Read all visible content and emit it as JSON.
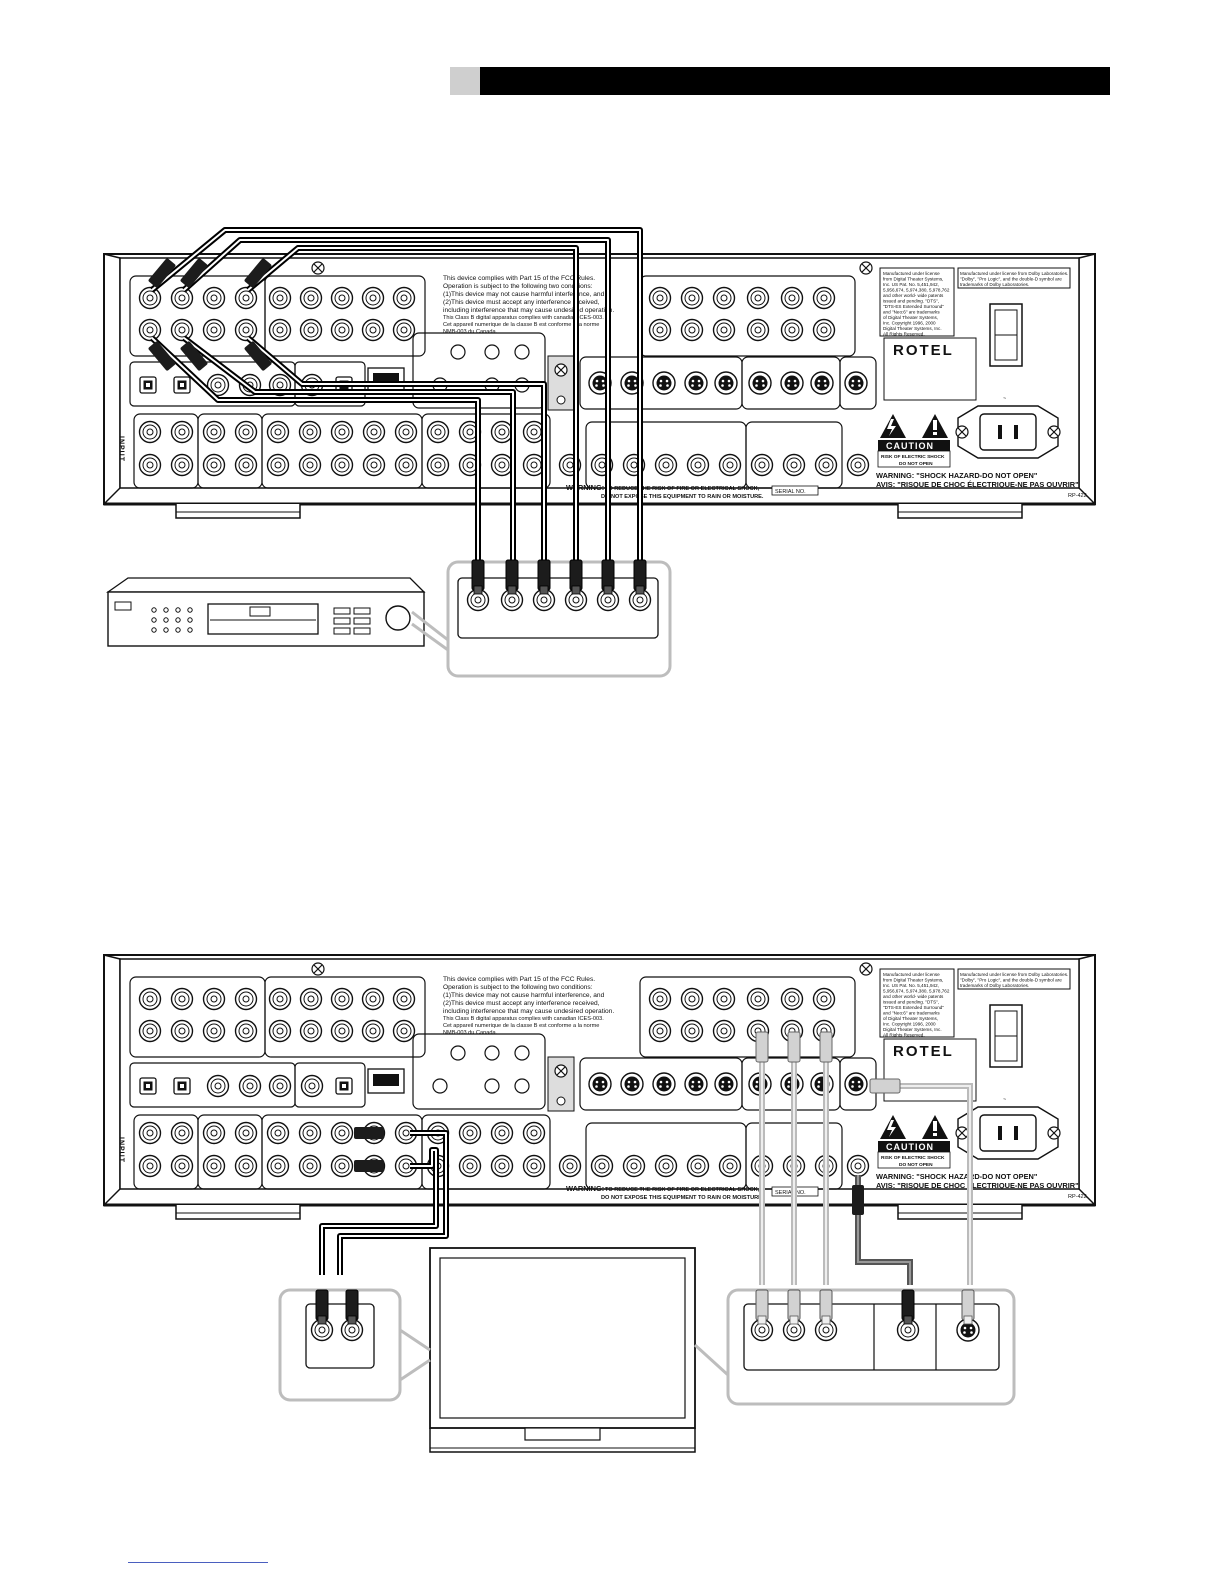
{
  "diagram_1": {
    "fcc_text": [
      "This device complies with Part 15 of the FCC Rules.",
      "Operation is subject to the following two conditions:",
      "(1)This device may not cause harmful interference, and",
      "(2)This device must accept any interference received,",
      "including interference that may cause undesired operation."
    ],
    "canada_text": [
      "This Class B digital apparatus complies with canadian ICES-003.",
      "Cet appareil numerique de la classe B est conforme a la norme",
      "NMB-003 du Canada."
    ],
    "dts_license": [
      "Manufactured under license",
      "from Digital Theater Systems,",
      "Inc. US Pat. No. 5,451,942,",
      "5,956,674, 5,974,380, 5,978,762",
      "and other world- wide patents",
      "issued and pending. \"DTS\",",
      "\"DTS-ES Extended Surround\"",
      "and \"Neo:6\" are trademarks",
      "of Digital Theater Systems,",
      "Inc. Copyright 1996, 2000",
      "Digital Theater Systems, Inc.",
      "All Rights Reserved."
    ],
    "dolby_license": [
      "Manufactured under license from Dolby Laboratories.",
      "\"Dolby\", \"Pro Logic\", and the double-D symbol are",
      "trademarks of Dolby Laboratories."
    ],
    "brand": "ROTEL",
    "caution": "CAUTION",
    "caution_sub_1": "RISK OF ELECTRIC SHOCK",
    "caution_sub_2": "DO NOT OPEN",
    "warning_shock": "WARNING: \"SHOCK HAZARD-DO NOT OPEN\"",
    "avis": "AVIS: \"RISQUE DE CHOC ÉLECTRIQUE-NE PAS OUVRIR\"",
    "warning_label": "WARNING:",
    "warning_fire_1": "TO REDUCE THE RISK OF FIRE OR ELECTRICAL SHOCK,",
    "warning_fire_2": "DO NOT EXPOSE THIS EQUIPMENT TO RAIN OR MOISTURE.",
    "serial": "SERIAL NO.",
    "model": "RP-422",
    "input_label": "INPUT"
  },
  "diagram_2": {
    "fcc_text": [
      "This device complies with Part 15 of the FCC Rules.",
      "Operation is subject to the following two conditions:",
      "(1)This device may not cause harmful interference, and",
      "(2)This device must accept any interference received,",
      "including interference that may cause undesired operation."
    ],
    "canada_text": [
      "This Class B digital apparatus complies with canadian ICES-003.",
      "Cet appareil numerique de la classe B est conforme a la norme",
      "NMB-003 du Canada."
    ],
    "dts_license": [
      "Manufactured under license",
      "from Digital Theater Systems,",
      "Inc. US Pat. No. 5,451,942,",
      "5,956,674, 5,974,380, 5,978,762",
      "and other world- wide patents",
      "issued and pending. \"DTS\",",
      "\"DTS-ES Extended Surround\"",
      "and \"Neo:6\" are trademarks",
      "of Digital Theater Systems,",
      "Inc. Copyright 1996, 2000",
      "Digital Theater Systems, Inc.",
      "All Rights Reserved."
    ],
    "dolby_license": [
      "Manufactured under license from Dolby Laboratories.",
      "\"Dolby\", \"Pro Logic\", and the double-D symbol are",
      "trademarks of Dolby Laboratories."
    ],
    "brand": "ROTEL",
    "caution": "CAUTION",
    "caution_sub_1": "RISK OF ELECTRIC SHOCK",
    "caution_sub_2": "DO NOT OPEN",
    "warning_shock": "WARNING: \"SHOCK HAZARD-DO NOT OPEN\"",
    "avis": "AVIS: \"RISQUE DE CHOC ÉLECTRIQUE-NE PAS OUVRIR\"",
    "warning_label": "WARNING:",
    "warning_fire_1": "TO REDUCE THE RISK OF FIRE OR ELECTRICAL SHOCK,",
    "warning_fire_2": "DO NOT EXPOSE THIS EQUIPMENT TO RAIN OR MOISTURE.",
    "serial": "SERIAL NO.",
    "model": "RP-422",
    "input_label": "INPUT"
  },
  "colors": {
    "ink": "#111111",
    "cable_dark": "#2a2a2a",
    "cable_light": "#c8c8c8",
    "outline_gray": "#bdbdbd",
    "header_bar": "#000000",
    "header_tab": "#cfcfcf"
  }
}
